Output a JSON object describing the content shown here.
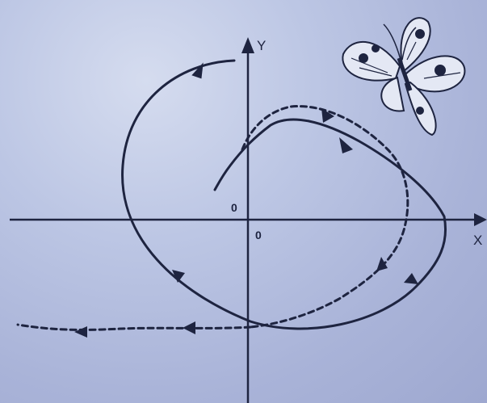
{
  "diagram": {
    "axes": {
      "x_label": "X",
      "y_label": "Y",
      "origin_labels": [
        "0",
        "0"
      ]
    },
    "trajectories": [
      {
        "name": "solid-trajectory",
        "style": "solid"
      },
      {
        "name": "dashed-trajectory",
        "style": "dashed"
      }
    ],
    "decoration": {
      "icon": "butterfly-icon"
    },
    "colors": {
      "background": "#b4bee0",
      "ink": "#1e2440"
    }
  }
}
